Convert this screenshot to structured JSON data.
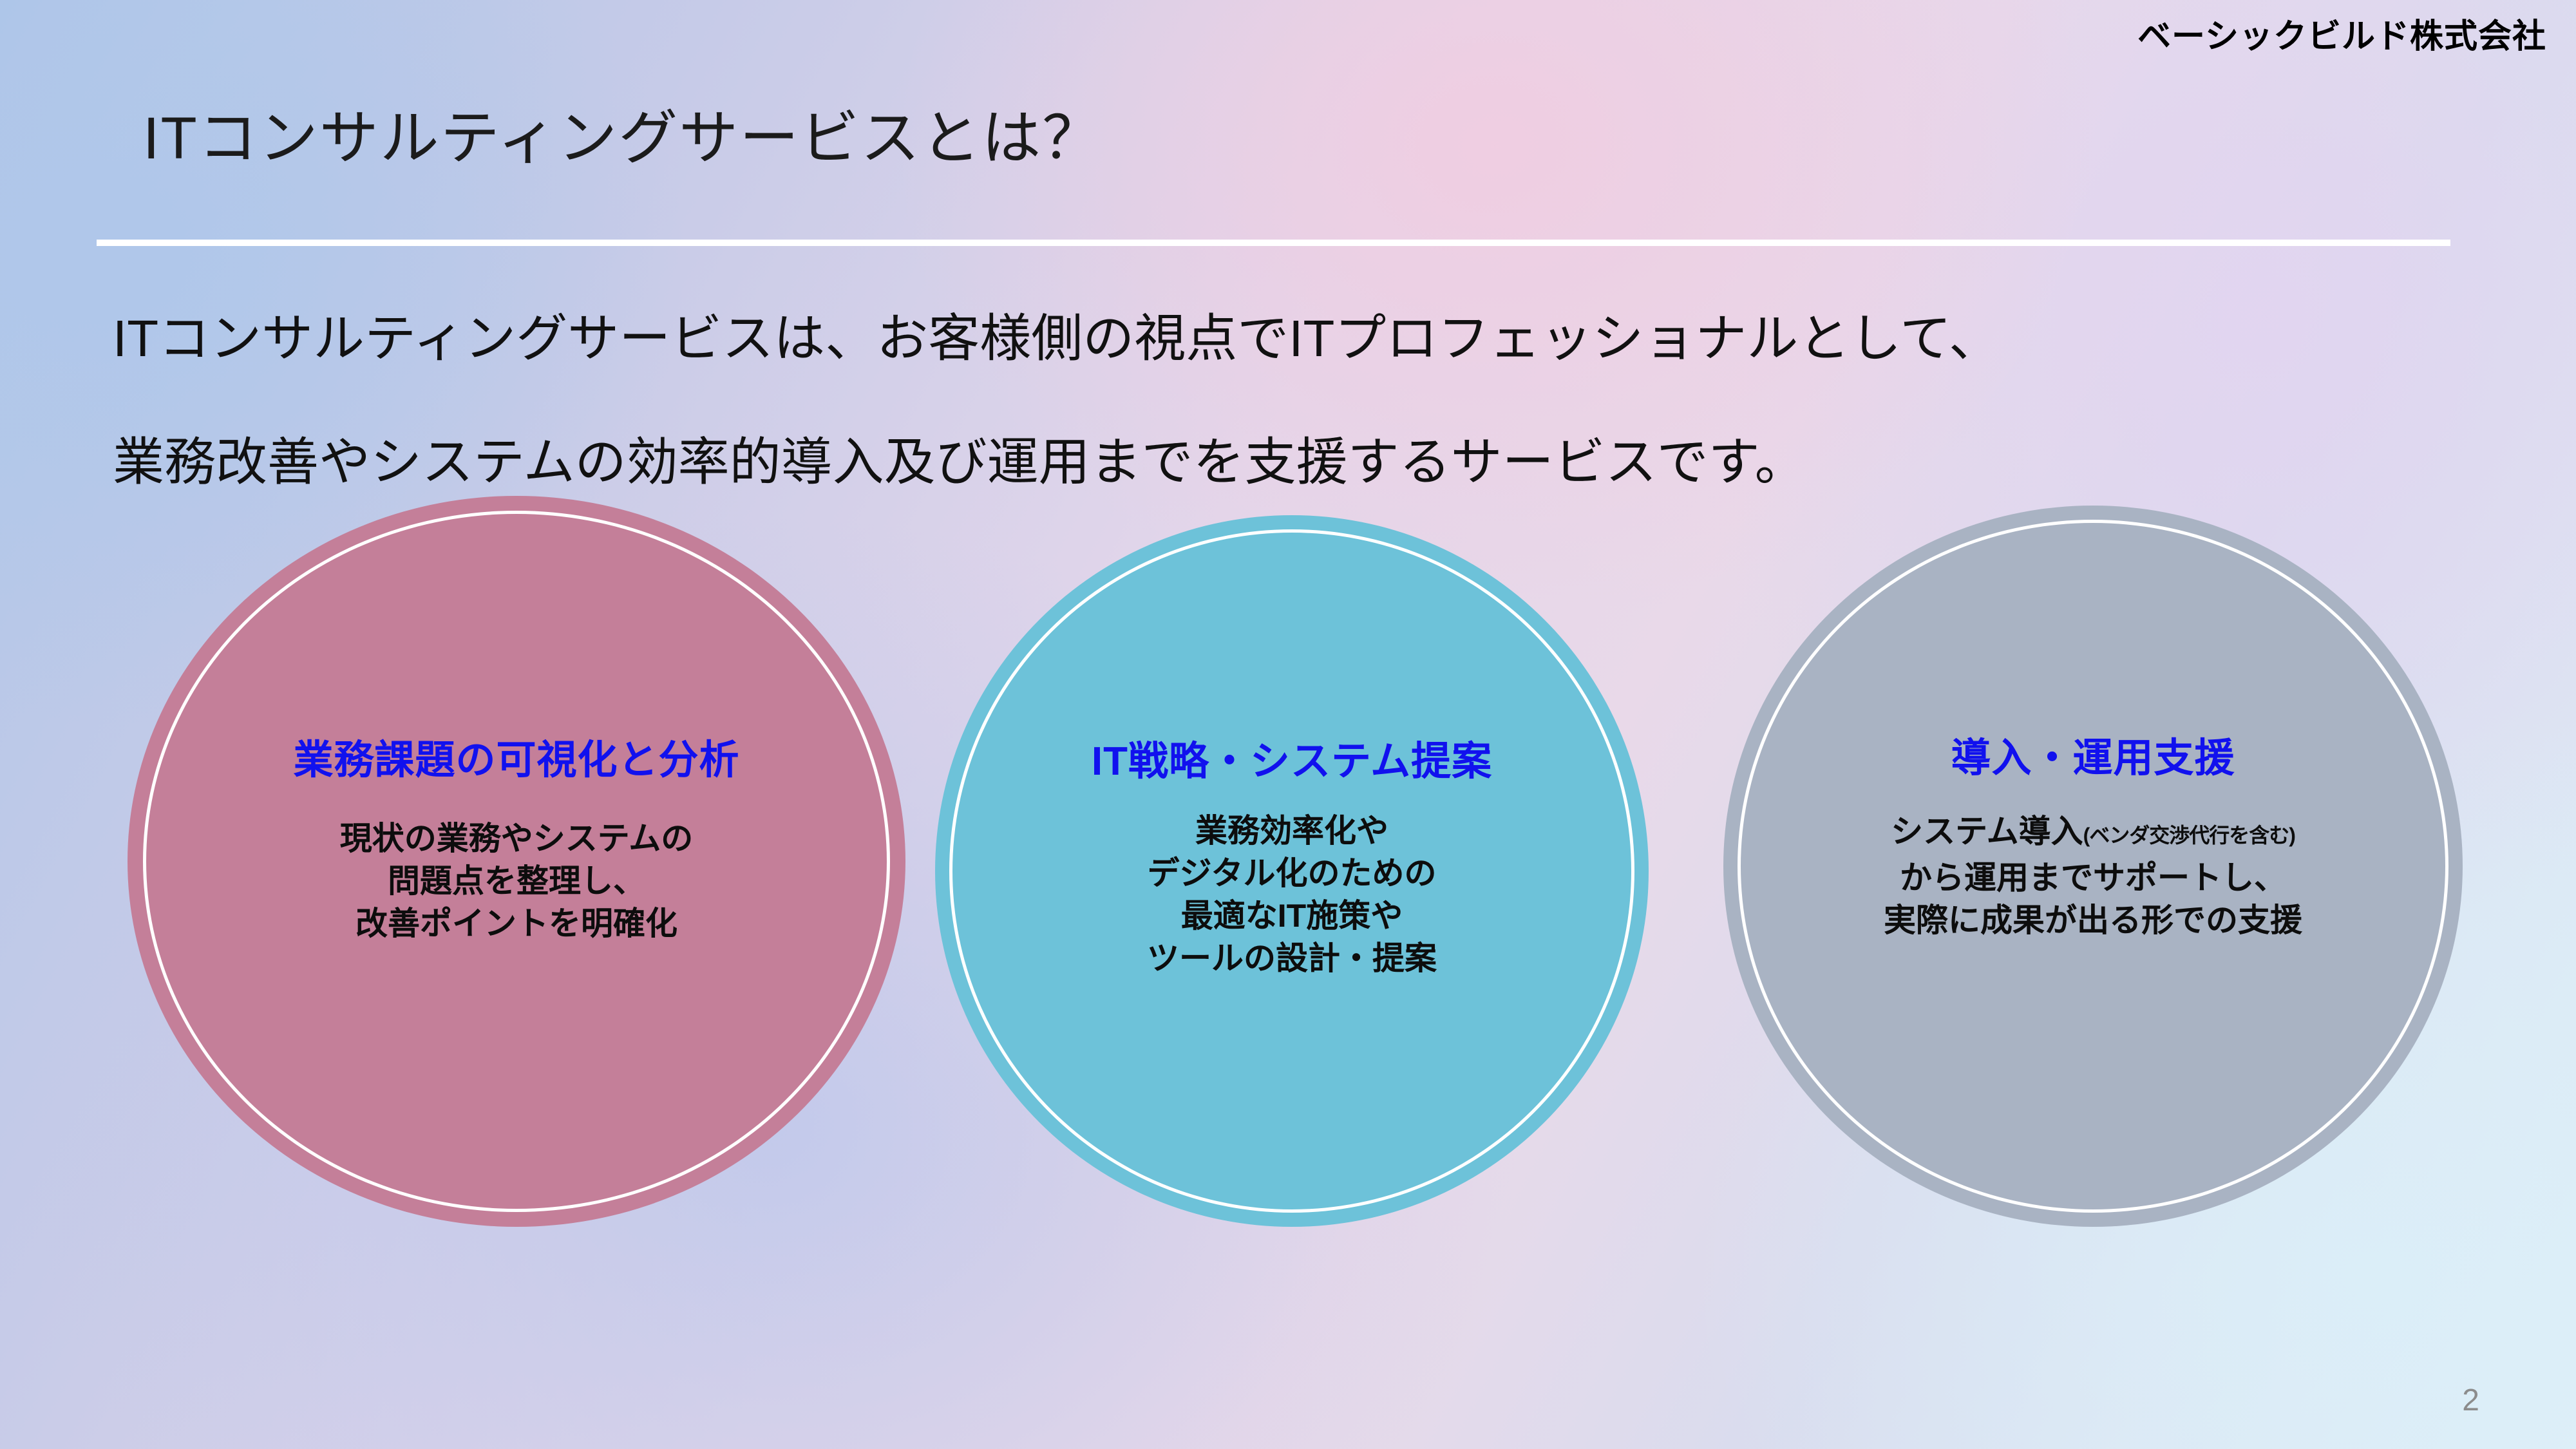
{
  "header": {
    "company_name": "ベーシックビルド株式会社"
  },
  "title": {
    "text": "ITコンサルティングサービスとは？"
  },
  "lead": {
    "line1": "ITコンサルティングサービスは、お客様側の視点でITプロフェッショナルとして、",
    "line2": "業務改善やシステムの効率的導入及び運用までを支援するサービスです。"
  },
  "circles": [
    {
      "heading": "業務課題の可視化と分析",
      "color": "#c47f99",
      "heading_color": "#1111ee",
      "body_lines": [
        "現状の業務やシステムの",
        "問題点を整理し、",
        "改善ポイントを明確化"
      ]
    },
    {
      "heading": "IT戦略・システム提案",
      "color": "#6dc2d9",
      "heading_color": "#1111ee",
      "body_lines": [
        "業務効率化や",
        "デジタル化のための",
        "最適なIT施策や",
        "ツールの設計・提案"
      ]
    },
    {
      "heading": "導入・運用支援",
      "color": "#a9b3c3",
      "heading_color": "#1111ee",
      "body_line1_main": "システム導入",
      "body_line1_note": "(ベンダ交渉代行を含む)",
      "body_lines_rest": [
        "から運用までサポートし、",
        "実際に成果が出る形での支援"
      ]
    }
  ],
  "footer": {
    "page_number": "2"
  }
}
